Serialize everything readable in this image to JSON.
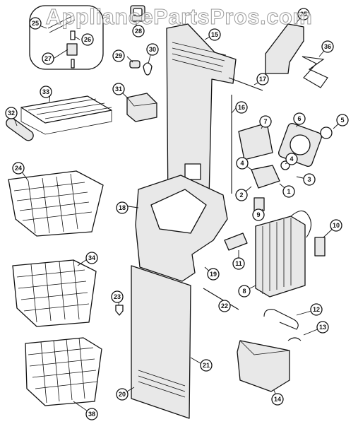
{
  "watermark": "AppliancePartsPros.com",
  "callouts": [
    "25",
    "28",
    "26",
    "27",
    "29",
    "30",
    "31",
    "33",
    "32",
    "24",
    "34",
    "23",
    "38",
    "15",
    "16",
    "17",
    "18",
    "19",
    "20",
    "21",
    "22",
    "25",
    "36",
    "7",
    "6",
    "5",
    "4",
    "4",
    "3",
    "2",
    "1",
    "9",
    "10",
    "11",
    "8",
    "12",
    "13",
    "14"
  ]
}
